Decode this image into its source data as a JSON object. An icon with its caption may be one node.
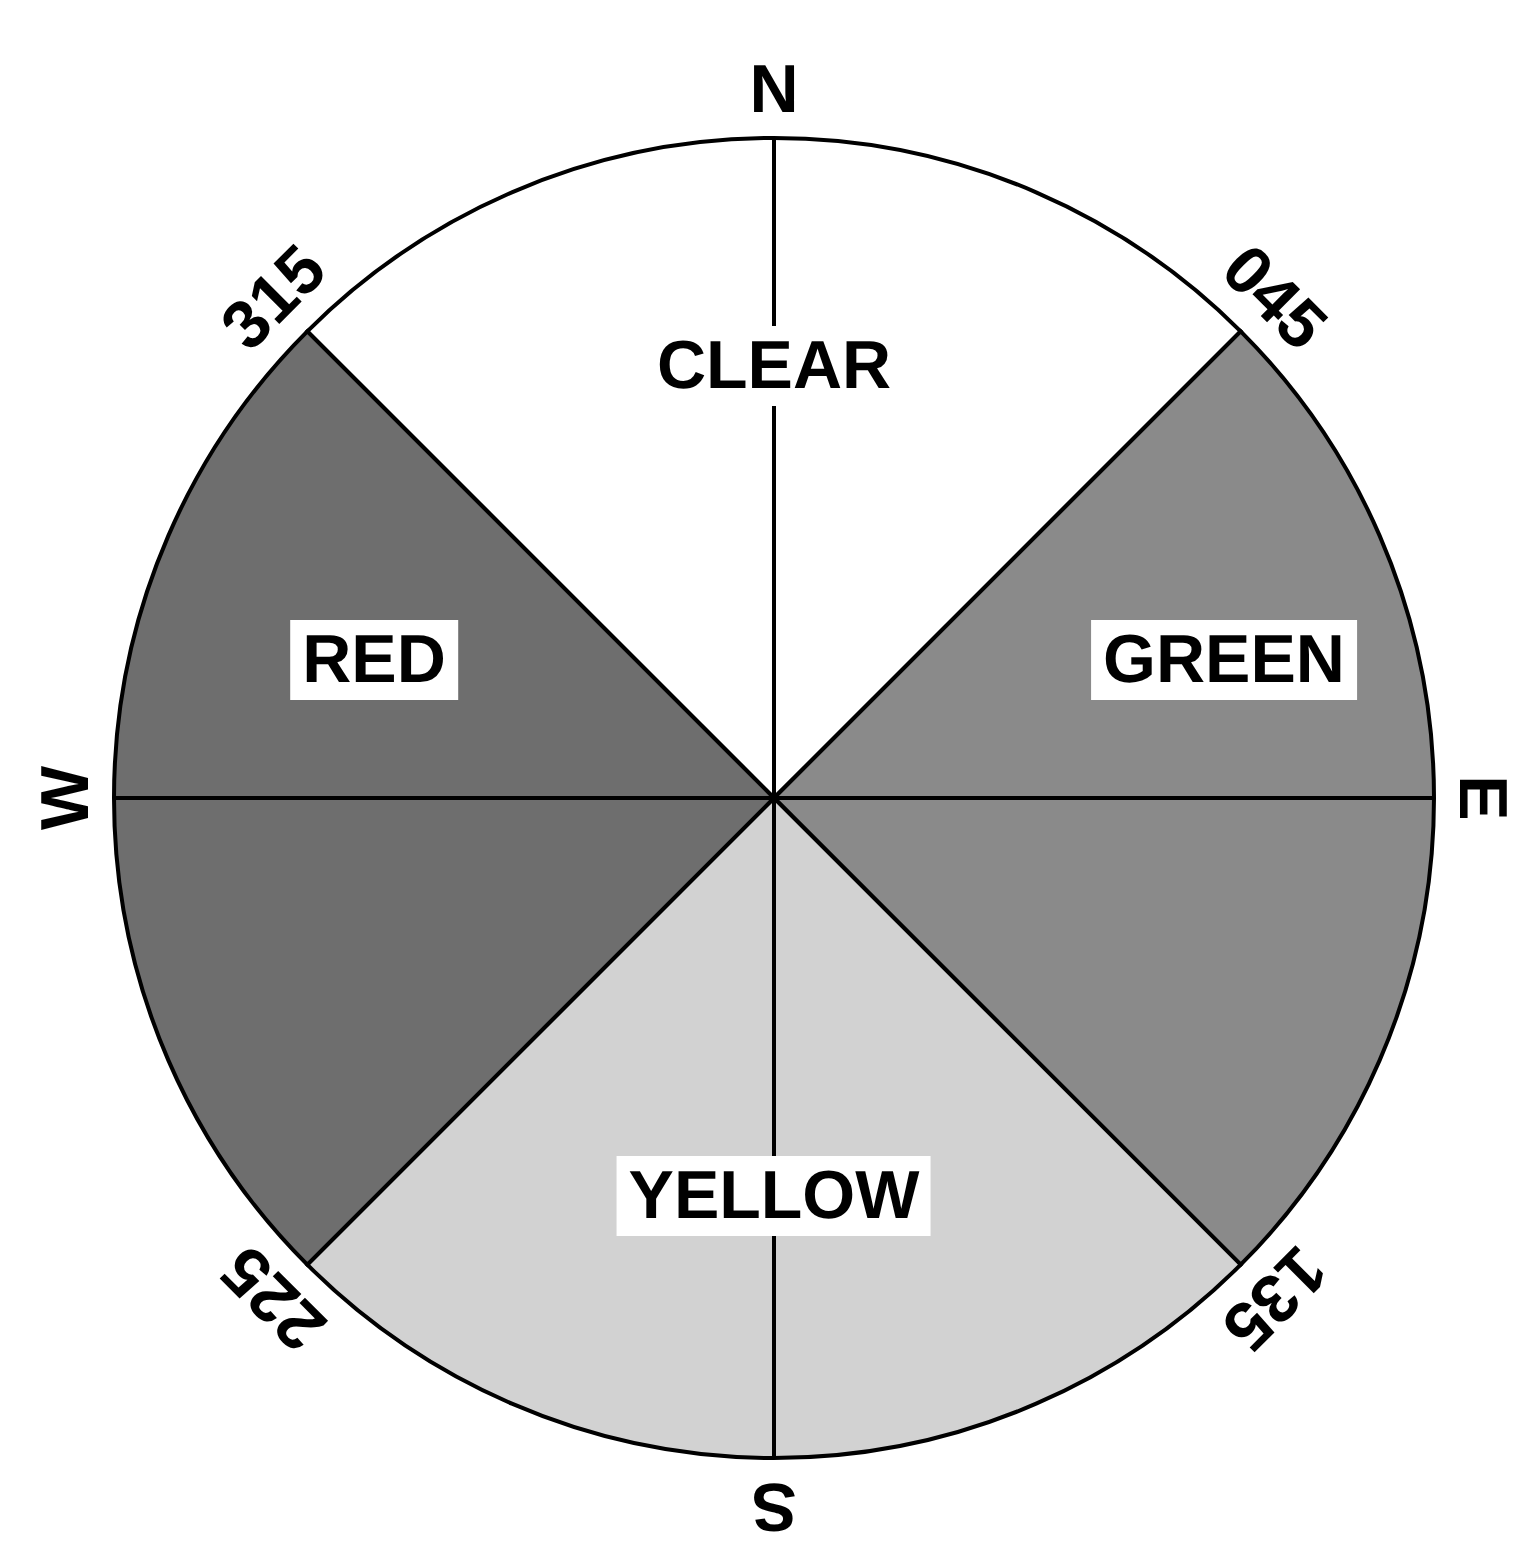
{
  "diagram": {
    "nodes": [
      {
        "text": [
          "CLEAR"
        ]
      },
      {
        "text": [
          "GREEN"
        ]
      },
      {
        "text": [
          "YELLOW"
        ]
      },
      {
        "text": [
          "RED"
        ]
      }
    ],
    "labels": [
      "N",
      "315",
      "045",
      "W",
      "E",
      "225",
      "135",
      "S"
    ]
  }
}
